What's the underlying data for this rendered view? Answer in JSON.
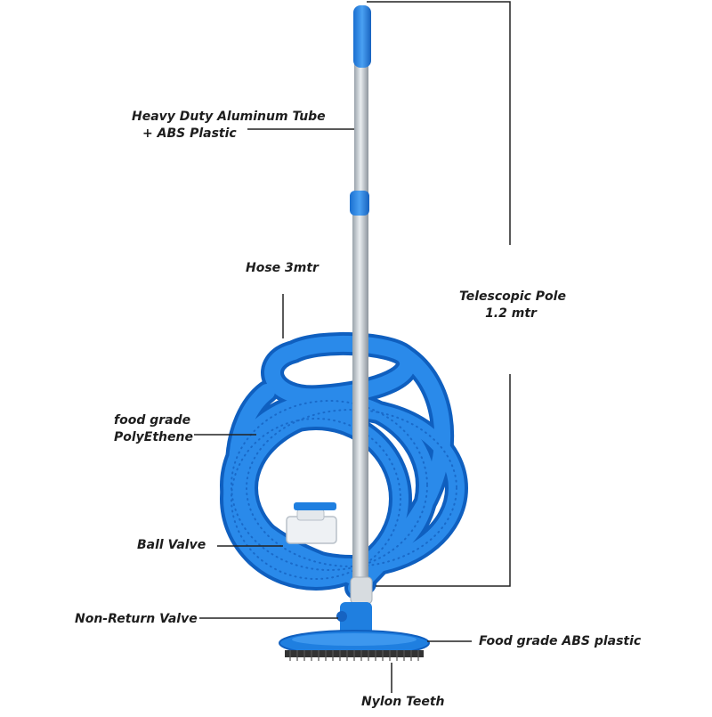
{
  "image": {
    "description_labels": {
      "tube_line1": "Heavy Duty Aluminum Tube",
      "tube_line2": "+ ABS Plastic",
      "hose": "Hose 3mtr",
      "pole_line1": "Telescopic Pole",
      "pole_line2": "1.2 mtr",
      "poly_line1": "food grade",
      "poly_line2": "PolyEthene",
      "ball_valve": "Ball Valve",
      "non_return_valve": "Non-Return Valve",
      "abs": "Food grade ABS plastic",
      "teeth": "Nylon Teeth"
    },
    "colors": {
      "hose_blue": "#1f7fe0",
      "hose_dark": "#0f5fbf",
      "pole_silver": "#c9ced3",
      "grip_blue": "#2a86e6",
      "valve_white": "#f1f3f5",
      "leader_line": "#222222"
    }
  }
}
